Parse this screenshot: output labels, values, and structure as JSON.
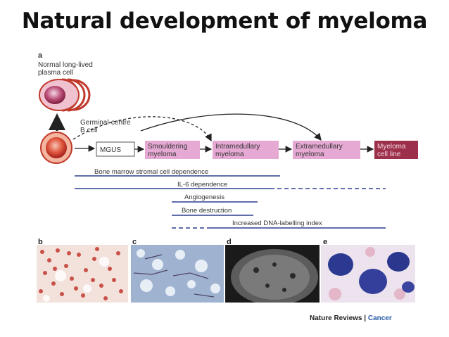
{
  "title": "Natural development of myeloma",
  "panel_labels": {
    "a": "a",
    "b": "b",
    "c": "c",
    "d": "d",
    "e": "e"
  },
  "cells": {
    "plasma_line1": "Normal long-lived",
    "plasma_line2": "plasma cell",
    "bcell_line1": "Germinal-centre",
    "bcell_line2": "B cell"
  },
  "stages": [
    {
      "line1": "MGUS",
      "line2": ""
    },
    {
      "line1": "Smouldering",
      "line2": "myeloma"
    },
    {
      "line1": "Intramedullary",
      "line2": "myeloma"
    },
    {
      "line1": "Extramedullary",
      "line2": "myeloma"
    },
    {
      "line1": "Myeloma",
      "line2": "cell line"
    }
  ],
  "features": [
    "Bone marrow stromal cell dependence",
    "IL-6 dependence",
    "Angiogenesis",
    "Bone destruction",
    "Increased DNA-labelling index"
  ],
  "credit": {
    "journal": "Nature Reviews",
    "separator": " | ",
    "section": "Cancer"
  },
  "colors": {
    "stage_fill": "#e6a9d3",
    "last_stage_fill": "#9c2f4a",
    "line": "#2c3f8f",
    "cell_red": "#c0392b"
  }
}
